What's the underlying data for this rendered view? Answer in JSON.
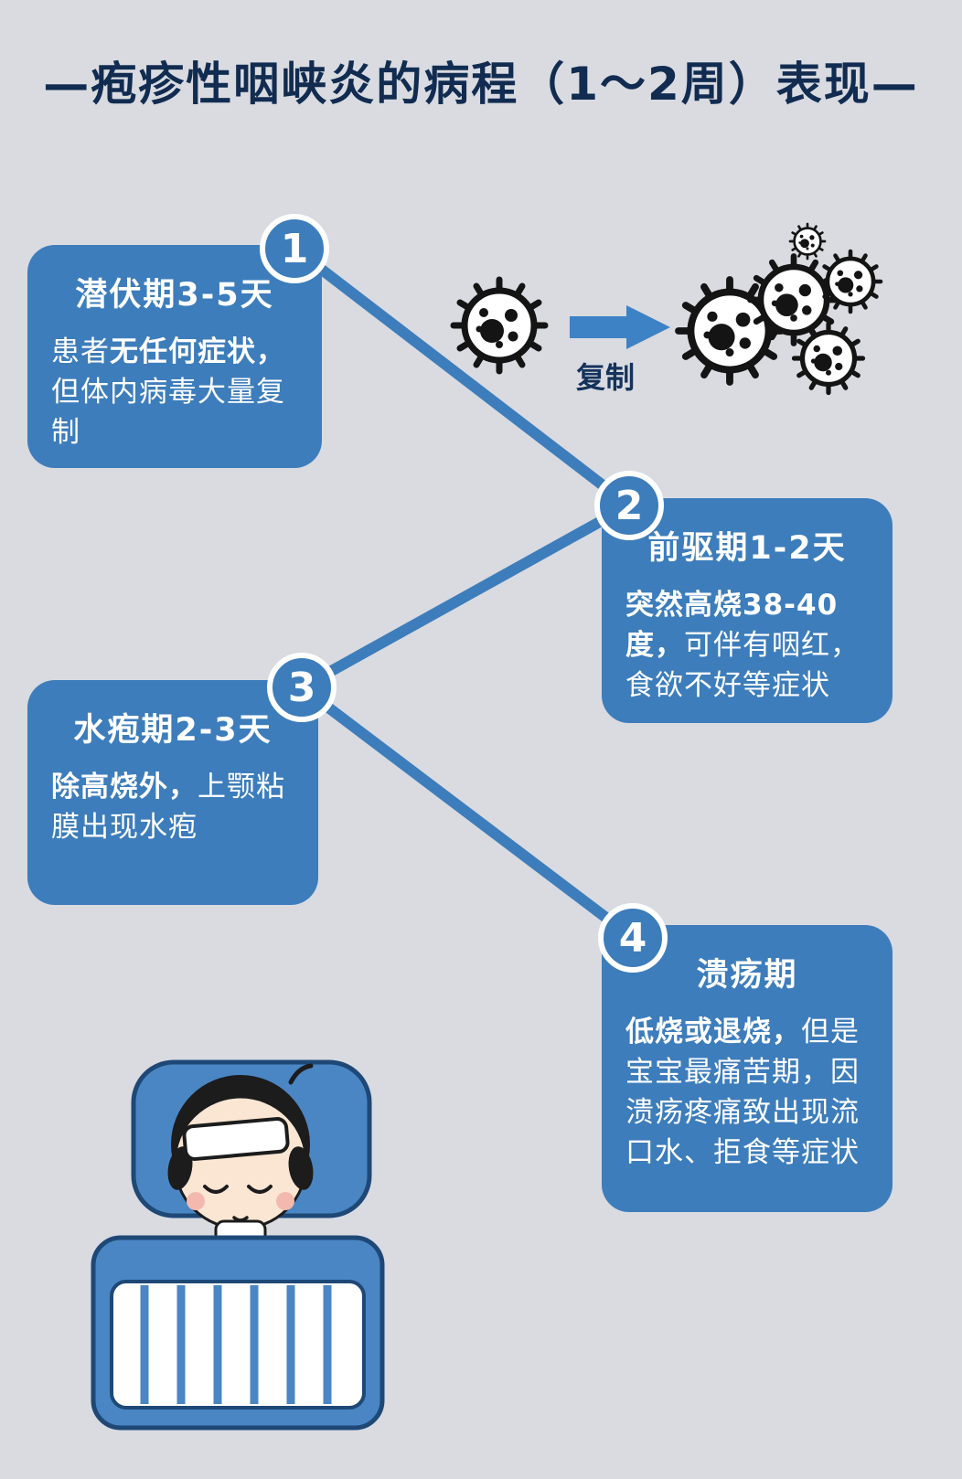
{
  "page": {
    "title": "—疱疹性咽峡炎的病程（1～2周）表现—"
  },
  "replication": {
    "label": "复制"
  },
  "stages": [
    {
      "number": "1",
      "heading": "潜伏期3-5天",
      "pre": "患者",
      "bold": "无任何症状，",
      "post": "但体内病毒大量复制"
    },
    {
      "number": "2",
      "heading": "前驱期1-2天",
      "pre": "",
      "bold": "突然高烧38-40度，",
      "post": "可伴有咽红，食欲不好等症状"
    },
    {
      "number": "3",
      "heading": "水疱期2-3天",
      "pre": "",
      "bold": "除高烧外，",
      "post": "上颚粘膜出现水疱"
    },
    {
      "number": "4",
      "heading": "溃疡期",
      "pre": "",
      "bold": "低烧或退烧，",
      "post": "但是宝宝最痛苦期，因溃疡疼痛致出现流口水、拒食等症状"
    }
  ],
  "colors": {
    "background": "#d9dbe1",
    "card_blue": "#3d7dbb",
    "title_navy": "#112c50",
    "text_white": "#ffffff",
    "virus_black": "#141414"
  }
}
